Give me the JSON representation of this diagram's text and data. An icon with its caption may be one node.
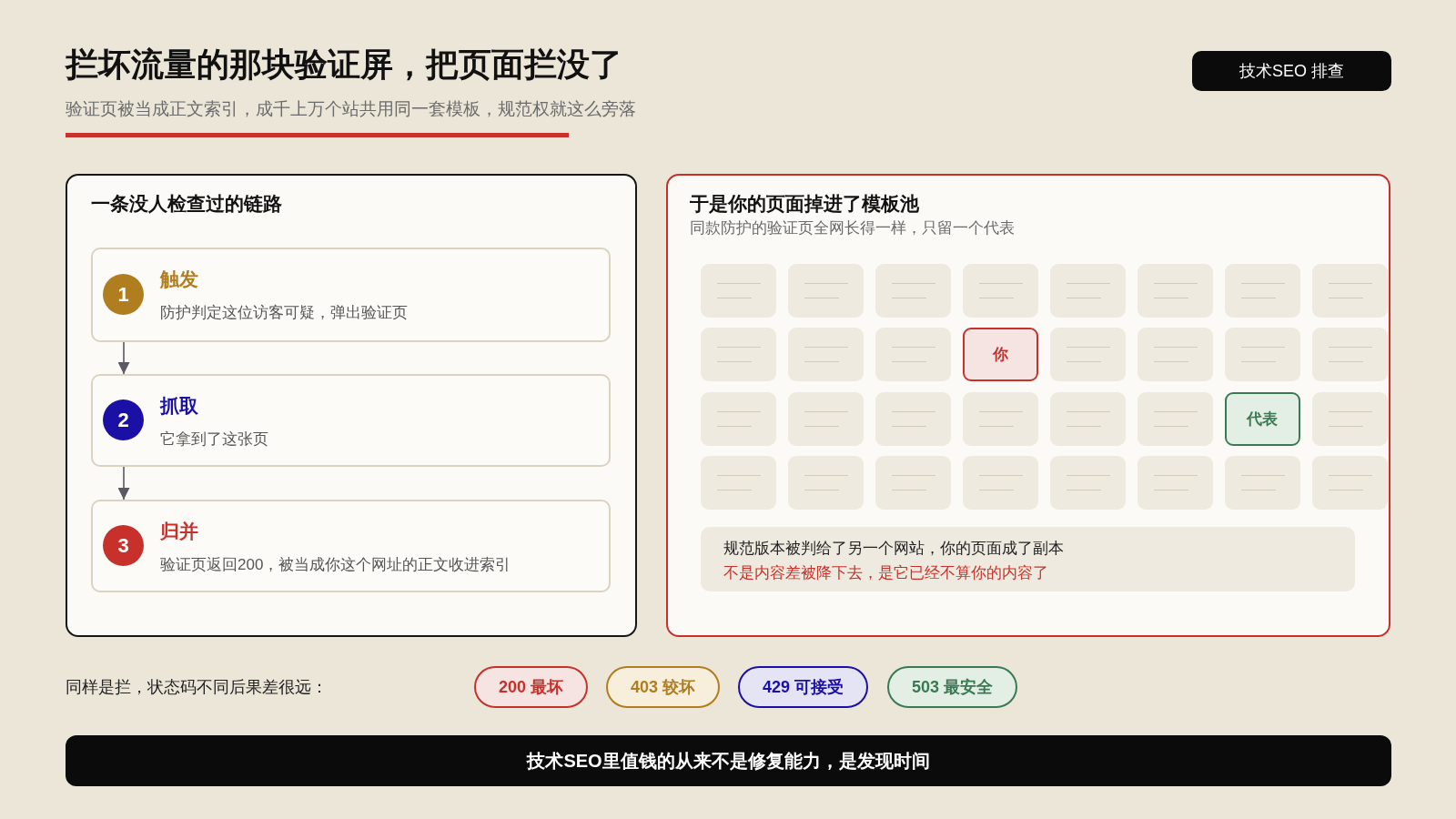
{
  "diagram": {
    "title": "拦坏流量的那块验证屏，把页面拦没了",
    "nodes": [
      {
        "text": [
          "技术SEO 排查"
        ]
      },
      {
        "text": [
          "一条没人检查过的链路"
        ]
      },
      {
        "text": [
          "触发",
          "防护判定这位访客可疑，弹出验证页"
        ],
        "in": 1
      },
      {
        "text": [
          "1"
        ],
        "in": 2
      },
      {
        "text": [
          "抓取",
          "它拿到了这张页"
        ],
        "in": 1
      },
      {
        "text": [
          "2"
        ],
        "in": 4
      },
      {
        "text": [
          "归并",
          "验证页返回200，被当成你这个网址的正文收进索引"
        ],
        "in": 1
      },
      {
        "text": [
          "3"
        ],
        "in": 6
      },
      {
        "text": [
          "于是你的页面掉进了模板池",
          "同款防护的验证页全网长得一样，只留一个代表"
        ]
      },
      {
        "text": [],
        "shape": "box",
        "in": 8
      },
      {
        "text": [],
        "shape": "box",
        "in": 8
      },
      {
        "text": [],
        "shape": "box",
        "in": 8
      },
      {
        "text": [],
        "shape": "box",
        "in": 8
      },
      {
        "text": [],
        "shape": "box",
        "in": 8
      },
      {
        "text": [],
        "shape": "box",
        "in": 8
      },
      {
        "text": [],
        "shape": "box",
        "in": 8
      },
      {
        "text": [],
        "shape": "box",
        "in": 8
      },
      {
        "text": [],
        "shape": "box",
        "in": 8
      },
      {
        "text": [],
        "shape": "box",
        "in": 8
      },
      {
        "text": [],
        "shape": "box",
        "in": 8
      },
      {
        "text": [
          "你"
        ],
        "in": 8
      },
      {
        "text": [],
        "shape": "box",
        "in": 8
      },
      {
        "text": [],
        "shape": "box",
        "in": 8
      },
      {
        "text": [],
        "shape": "box",
        "in": 8
      },
      {
        "text": [],
        "shape": "box",
        "in": 8
      },
      {
        "text": [],
        "shape": "box",
        "in": 8
      },
      {
        "text": [],
        "shape": "box",
        "in": 8
      },
      {
        "text": [],
        "shape": "box",
        "in": 8
      },
      {
        "text": [],
        "shape": "box",
        "in": 8
      },
      {
        "text": [],
        "shape": "box",
        "in": 8
      },
      {
        "text": [],
        "shape": "box",
        "in": 8
      },
      {
        "text": [
          "代表"
        ],
        "in": 8
      },
      {
        "text": [],
        "shape": "box",
        "in": 8
      },
      {
        "text": [],
        "shape": "box",
        "in": 8
      },
      {
        "text": [],
        "shape": "box",
        "in": 8
      },
      {
        "text": [],
        "shape": "box",
        "in": 8
      },
      {
        "text": [],
        "shape": "box",
        "in": 8
      },
      {
        "text": [],
        "shape": "box",
        "in": 8
      },
      {
        "text": [],
        "shape": "box",
        "in": 8
      },
      {
        "text": [],
        "shape": "box",
        "in": 8
      },
      {
        "text": [],
        "shape": "box",
        "in": 8
      },
      {
        "text": [
          "规范版本被判给了另一个网站，你的页面成了副本",
          "不是内容差被降下去，是它已经不算你的内容了"
        ],
        "in": 8
      },
      {
        "text": [
          "200 最坏"
        ]
      },
      {
        "text": [
          "403 较坏"
        ]
      },
      {
        "text": [
          "429 可接受"
        ]
      },
      {
        "text": [
          "503 最安全"
        ]
      },
      {
        "text": [
          "技术SEO里值钱的从来不是修复能力，是发现时间"
        ]
      }
    ],
    "edges": [
      {
        "from": 2,
        "to": 4,
        "arrow": "to"
      },
      {
        "from": 4,
        "to": 6,
        "arrow": "to"
      }
    ],
    "labels": [
      "验证页被当成正文索引，成千上万个站共用同一套模板，规范权就这么旁落",
      "同样是拦，状态码不同后果差很远："
    ]
  }
}
